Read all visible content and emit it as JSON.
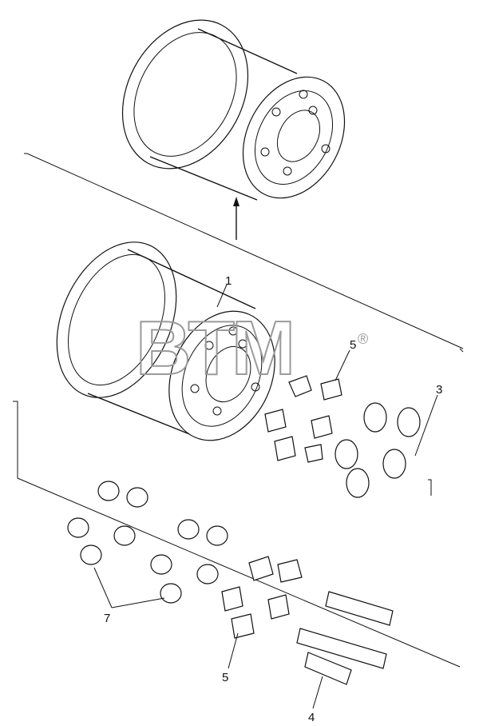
{
  "diagram": {
    "watermark": {
      "text": "BTM",
      "registered": "®"
    },
    "callouts": {
      "c1": "1",
      "c3": "3",
      "c4": "4",
      "c5a": "5",
      "c5b": "5",
      "c7": "7"
    }
  }
}
